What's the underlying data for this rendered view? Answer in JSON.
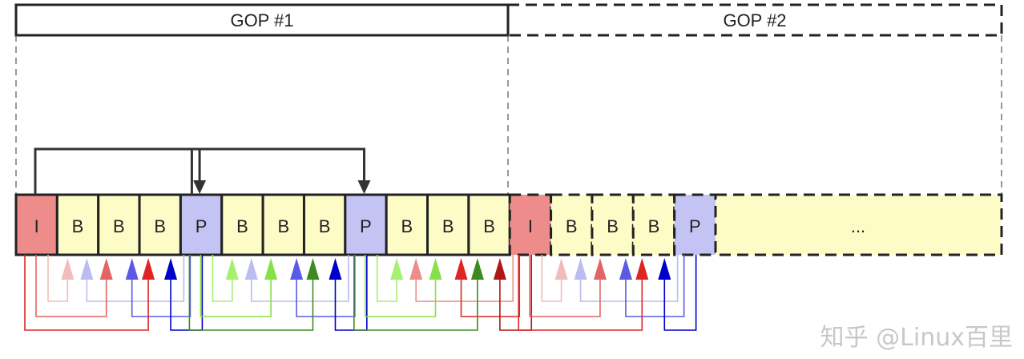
{
  "gops": [
    {
      "label": "GOP #1",
      "style": "solid"
    },
    {
      "label": "GOP #2",
      "style": "dashed"
    }
  ],
  "frames": [
    {
      "type": "I",
      "gop": 1
    },
    {
      "type": "B",
      "gop": 1
    },
    {
      "type": "B",
      "gop": 1
    },
    {
      "type": "B",
      "gop": 1
    },
    {
      "type": "P",
      "gop": 1
    },
    {
      "type": "B",
      "gop": 1
    },
    {
      "type": "B",
      "gop": 1
    },
    {
      "type": "B",
      "gop": 1
    },
    {
      "type": "P",
      "gop": 1
    },
    {
      "type": "B",
      "gop": 1
    },
    {
      "type": "B",
      "gop": 1
    },
    {
      "type": "B",
      "gop": 1
    },
    {
      "type": "I",
      "gop": 2
    },
    {
      "type": "B",
      "gop": 2
    },
    {
      "type": "B",
      "gop": 2
    },
    {
      "type": "B",
      "gop": 2
    },
    {
      "type": "P",
      "gop": 2
    }
  ],
  "ellipsis": "...",
  "colors": {
    "I": "#ee8c8c",
    "B": "#fdfcc6",
    "P": "#c3c3f4"
  },
  "forward_refs": [
    {
      "from": 0,
      "to": 4
    },
    {
      "from": 4,
      "to": 8
    }
  ],
  "b_groups": [
    {
      "left_anchor": 0,
      "left_colors": [
        "#f2bcbc",
        "#e26464",
        "#e02424"
      ],
      "right_colors": [
        "#bcbcf2",
        "#5a5ae6",
        "#0000cc"
      ]
    },
    {
      "left_anchor": 4,
      "left_colors": [
        "#a6f070",
        "#86e048",
        "#3e8a22"
      ],
      "right_colors": [
        "#bcbcf2",
        "#5a5ae6",
        "#0000cc"
      ]
    },
    {
      "left_anchor": 8,
      "left_colors": [
        "#a6f070",
        "#86e048",
        "#3e8a22"
      ],
      "right_colors": [
        "#ec8c8c",
        "#e02424",
        "#b01818"
      ]
    },
    {
      "left_anchor": 12,
      "left_colors": [
        "#f2bcbc",
        "#e26464",
        "#e02424"
      ],
      "right_colors": [
        "#bcbcf2",
        "#5a5ae6",
        "#0000cc"
      ]
    }
  ],
  "watermark": "知乎 @Linux百里"
}
